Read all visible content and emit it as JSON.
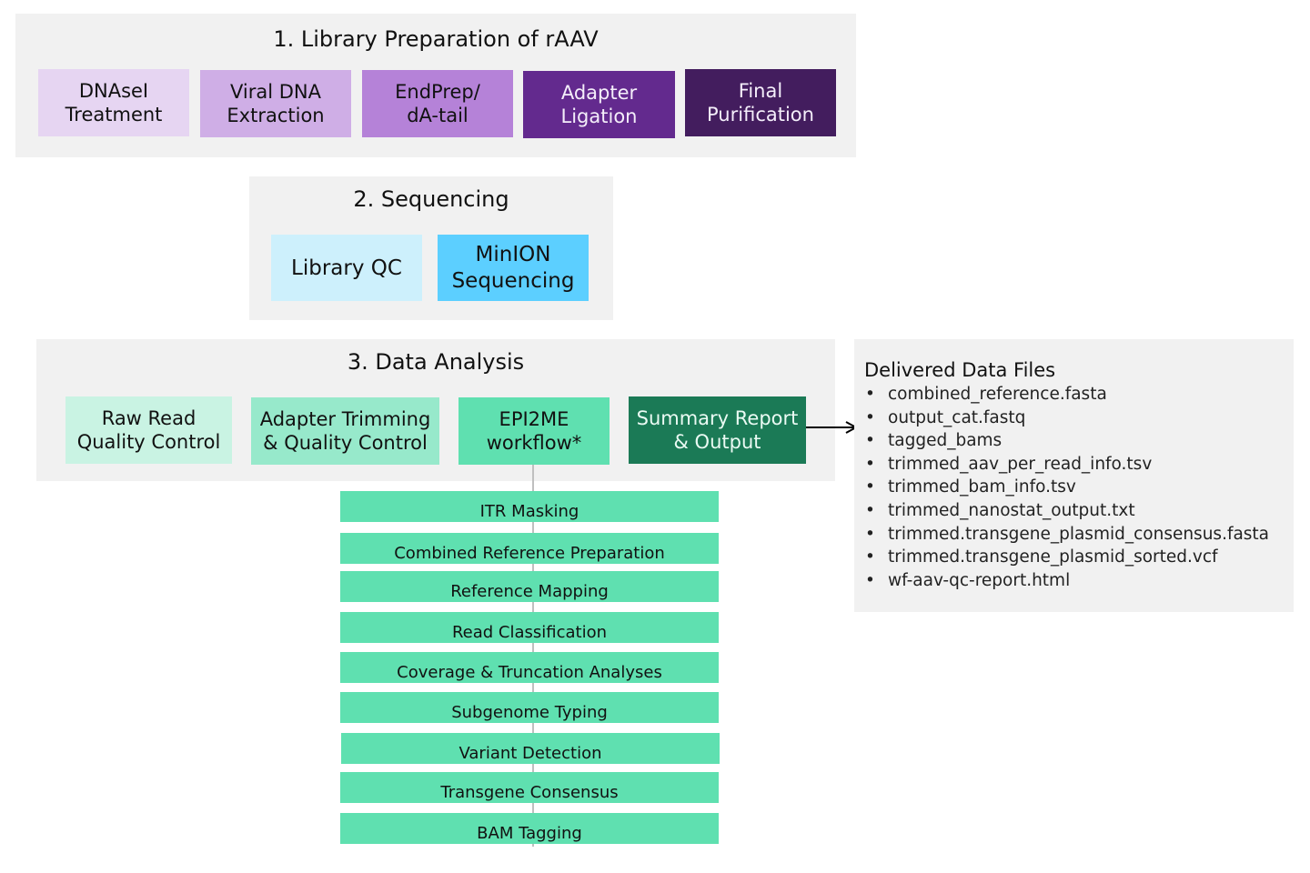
{
  "colors": {
    "panel_bg": "#f1f1f1",
    "purple_1": "#e6d5f2",
    "purple_2": "#cfaee6",
    "purple_3": "#b582d8",
    "purple_4": "#632a8e",
    "purple_5": "#431d5e",
    "cyan_light": "#cdf0fc",
    "cyan": "#5ccfff",
    "green_1": "#c9f3e3",
    "green_2": "#97e9cb",
    "green_3": "#5fe0b0",
    "green_dark": "#1b7a56",
    "connector": "#bfbfbf"
  },
  "section1": {
    "title": "1. Library Preparation of rAAV",
    "steps": [
      {
        "label": "DNAseI\nTreatment"
      },
      {
        "label": "Viral DNA\nExtraction"
      },
      {
        "label": "EndPrep/\ndA-tail"
      },
      {
        "label": "Adapter\nLigation"
      },
      {
        "label": "Final\nPurification"
      }
    ]
  },
  "section2": {
    "title": "2. Sequencing",
    "steps": [
      {
        "label": "Library QC"
      },
      {
        "label": "MinION\nSequencing"
      }
    ]
  },
  "section3": {
    "title": "3. Data Analysis",
    "steps": [
      {
        "label": "Raw Read\nQuality Control"
      },
      {
        "label": "Adapter Trimming\n& Quality Control"
      },
      {
        "label": "EPI2ME\nworkflow*"
      },
      {
        "label": "Summary Report\n& Output"
      }
    ],
    "workflow_steps": [
      "ITR Masking",
      "Combined Reference Preparation",
      "Reference Mapping",
      "Read Classification",
      "Coverage & Truncation Analyses",
      "Subgenome Typing",
      "Variant Detection",
      "Transgene Consensus",
      "BAM Tagging"
    ]
  },
  "delivered": {
    "title": "Delivered Data Files",
    "bullet": "•",
    "files": [
      "combined_reference.fasta",
      "output_cat.fastq",
      "tagged_bams",
      "trimmed_aav_per_read_info.tsv",
      "trimmed_bam_info.tsv",
      "trimmed_nanostat_output.txt",
      "trimmed.transgene_plasmid_consensus.fasta",
      "trimmed.transgene_plasmid_sorted.vcf",
      "wf-aav-qc-report.html"
    ]
  }
}
